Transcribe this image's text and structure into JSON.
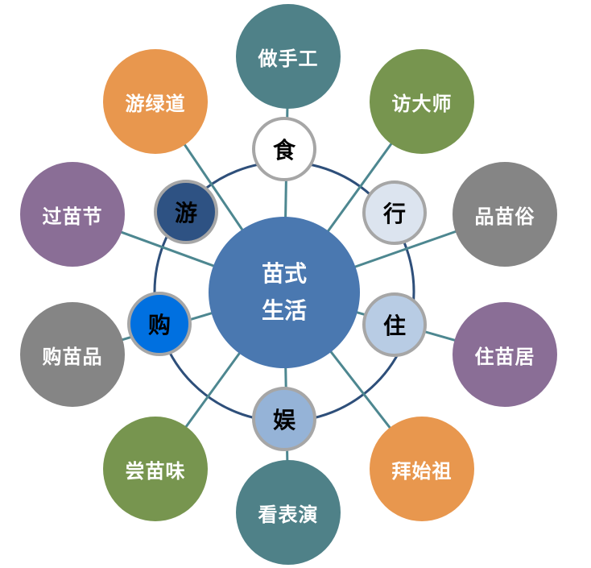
{
  "center": {
    "line1": "苗式",
    "line2": "生活",
    "color": "#4a78b0"
  },
  "ring_color": "#2e4f7a",
  "spoke_color": "#4d8790",
  "inner_nodes": [
    {
      "id": "food",
      "label": "食",
      "fill": "#ffffff",
      "text_color": "#000000"
    },
    {
      "id": "travel",
      "label": "行",
      "fill": "#dce4ef",
      "text_color": "#000000"
    },
    {
      "id": "live",
      "label": "住",
      "fill": "#b8cce4",
      "text_color": "#000000"
    },
    {
      "id": "entertain",
      "label": "娱",
      "fill": "#95b3d7",
      "text_color": "#000000"
    },
    {
      "id": "shop",
      "label": "购",
      "fill": "#0070e0",
      "text_color": "#000000"
    },
    {
      "id": "tour",
      "label": "游",
      "fill": "#2e5283",
      "text_color": "#000000"
    }
  ],
  "outer_nodes": [
    {
      "id": "handicraft",
      "label": "做手工",
      "fill": "#4f8188"
    },
    {
      "id": "visit-master",
      "label": "访大师",
      "fill": "#77954f"
    },
    {
      "id": "miao-customs",
      "label": "品苗俗",
      "fill": "#858585"
    },
    {
      "id": "miao-house",
      "label": "住苗居",
      "fill": "#8a6e96"
    },
    {
      "id": "worship-ancestor",
      "label": "拜始祖",
      "fill": "#e8974e"
    },
    {
      "id": "show",
      "label": "看表演",
      "fill": "#4f8188"
    },
    {
      "id": "miao-taste",
      "label": "尝苗味",
      "fill": "#77954f"
    },
    {
      "id": "miao-goods",
      "label": "购苗品",
      "fill": "#858585"
    },
    {
      "id": "miao-festival",
      "label": "过苗节",
      "fill": "#8a6e96"
    },
    {
      "id": "greenway",
      "label": "游绿道",
      "fill": "#e8974e"
    }
  ]
}
